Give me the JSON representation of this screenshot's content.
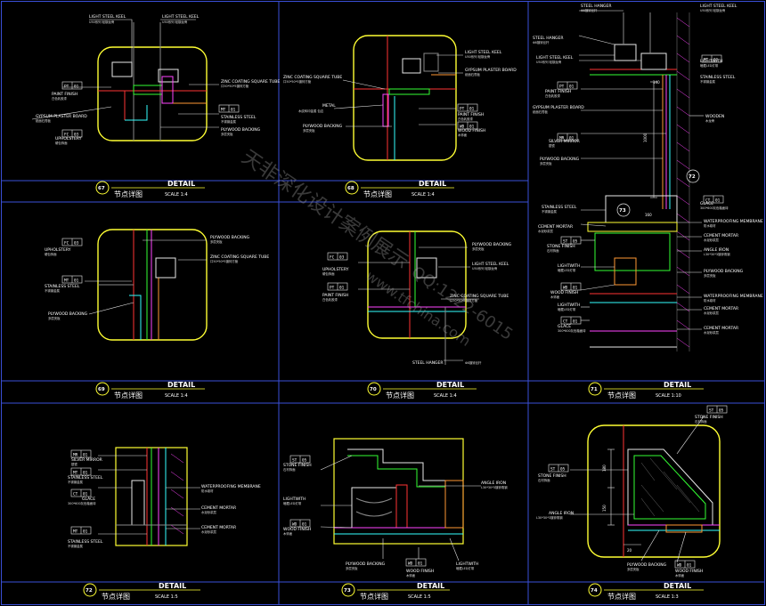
{
  "colors": {
    "frame": "#3a4fd8",
    "panel": "#ffff33",
    "leader": "#e8e8e8",
    "green": "#33ff33",
    "red": "#ff3333",
    "cyan": "#33ffff",
    "magenta": "#ff44ff",
    "orange": "#ff9933"
  },
  "watermark": {
    "line1": "天非深化设计案例展示",
    "phone": "QQ:1222-6015",
    "site": "www.tfchina.com"
  },
  "details": [
    {
      "id": "d67",
      "number": "67",
      "title": "DETAIL",
      "title_cn": "节点详图",
      "scale": "SCALE 1:4",
      "labels": [
        {
          "text": "LIGHT STEEL KEEL",
          "sub": "U50系列 轻钢龙骨"
        },
        {
          "text": "LIGHT STEEL KEEL",
          "sub": "U50系列 轻钢龙骨"
        },
        {
          "text": "PAINT FINISH",
          "sub": "白色乳胶漆"
        },
        {
          "text": "GYPSUM PLASTER BOARD",
          "sub": "纸面石膏板"
        },
        {
          "text": "UPHOLSTERY",
          "sub": "硬包饰面"
        },
        {
          "text": "ZINC COATING SQUARE TUBE",
          "sub": "口50*50*5镀锌方管"
        },
        {
          "text": "STAINLESS STEEL",
          "sub": "不锈钢金属"
        },
        {
          "text": "PLYWOOD BACKING",
          "sub": "多层夹板"
        }
      ],
      "tags": [
        {
          "code": "PT",
          "num": "01"
        },
        {
          "code": "FC",
          "num": "03"
        },
        {
          "code": "MT",
          "num": "01"
        }
      ]
    },
    {
      "id": "d68",
      "number": "68",
      "title": "DETAIL",
      "title_cn": "节点详图",
      "scale": "SCALE 1:4",
      "labels": [
        {
          "text": "LIGHT STEEL KEEL",
          "sub": "U50系列 轻钢龙骨"
        },
        {
          "text": "GYPSUM PLASTER BOARD",
          "sub": "纸面石膏板"
        },
        {
          "text": "ZINC COATING SQUARE TUBE",
          "sub": "口50*50*5镀锌方管"
        },
        {
          "text": "METAL",
          "sub": "木纹转印金属 包边"
        },
        {
          "text": "PLYWOOD BACKING",
          "sub": "多层夹板"
        },
        {
          "text": "PAINT FINISH",
          "sub": "白色乳胶漆"
        },
        {
          "text": "WOOD FINISH",
          "sub": "木饰面"
        }
      ],
      "tags": [
        {
          "code": "PT",
          "num": "01"
        },
        {
          "code": "WD",
          "num": "01"
        }
      ]
    },
    {
      "id": "d69",
      "number": "69",
      "title": "DETAIL",
      "title_cn": "节点详图",
      "scale": "SCALE 1:4",
      "labels": [
        {
          "text": "PLYWOOD BACKING",
          "sub": "多层夹板"
        },
        {
          "text": "UPHOLSTERY",
          "sub": "硬包饰面"
        },
        {
          "text": "ZINC COATING SQUARE TUBE",
          "sub": "口50*50*5镀锌方管"
        },
        {
          "text": "STAINLESS STEEL",
          "sub": "不锈钢金属"
        },
        {
          "text": "PLYWOOD BACKING",
          "sub": "多层夹板"
        }
      ],
      "tags": [
        {
          "code": "FC",
          "num": "03"
        },
        {
          "code": "MT",
          "num": "01"
        }
      ]
    },
    {
      "id": "d70",
      "number": "70",
      "title": "DETAIL",
      "title_cn": "节点详图",
      "scale": "SCALE 1:4",
      "labels": [
        {
          "text": "PLYWOOD BACKING",
          "sub": "多层夹板"
        },
        {
          "text": "LIGHT STEEL KEEL",
          "sub": "U50系列 轻钢龙骨"
        },
        {
          "text": "ZINC COATING SQUARE TUBE",
          "sub": "口50*50*5镀锌方管"
        },
        {
          "text": "STEEL HANGER",
          "sub": "Φ8镀锌丝杆"
        },
        {
          "text": "UPHOLSTERY",
          "sub": "硬包饰面"
        },
        {
          "text": "PAINT FINISH",
          "sub": "白色乳胶漆"
        }
      ],
      "tags": [
        {
          "code": "FC",
          "num": "03"
        },
        {
          "code": "PT",
          "num": "01"
        }
      ]
    },
    {
      "id": "d71",
      "number": "71",
      "title": "DETAIL",
      "title_cn": "节点详图",
      "scale": "SCALE 1:10",
      "labels": [
        {
          "text": "STEEL HANGER",
          "sub": "Φ8镀锌丝杆"
        },
        {
          "text": "LIGHT STEEL KEEL",
          "sub": "U50系列 轻钢龙骨"
        },
        {
          "text": "STEEL HANGER",
          "sub": "Φ8镀锌丝杆"
        },
        {
          "text": "LIGHT STEEL KEEL",
          "sub": "U50系列 轻钢龙骨"
        },
        {
          "text": "PAINT FINISH",
          "sub": "白色乳胶漆"
        },
        {
          "text": "GYPSUM PLASTER BOARD",
          "sub": "纸面石膏板"
        },
        {
          "text": "STAINLESS STEEL",
          "sub": "不锈钢金属"
        },
        {
          "text": "LIGHTWITH",
          "sub": "暗藏LED灯带"
        },
        {
          "text": "SILVER MIRROR",
          "sub": "银镜"
        },
        {
          "text": "WOODEN",
          "sub": "木龙骨"
        },
        {
          "text": "PLYWOOD BACKING",
          "sub": "多层夹板"
        },
        {
          "text": "STAINLESS STEEL",
          "sub": "不锈钢金属"
        },
        {
          "text": "GLACE",
          "sub": "300*600灰色釉面砖"
        },
        {
          "text": "CEMENT MORTAR",
          "sub": "水泥砂浆层"
        },
        {
          "text": "WATERPROOFING MEMBRANE",
          "sub": "防水卷材"
        },
        {
          "text": "CEMENT MORTAR",
          "sub": "水泥砂浆层"
        },
        {
          "text": "STONE FINISH",
          "sub": "石材饰面"
        },
        {
          "text": "ANGLE IRON",
          "sub": "L30*30*3镀锌角钢"
        },
        {
          "text": "LIGHTWITH",
          "sub": "暗藏LED灯带"
        },
        {
          "text": "PLYWOOD BACKING",
          "sub": "多层夹板"
        },
        {
          "text": "WOOD FINISH",
          "sub": "木饰面"
        },
        {
          "text": "WATERPROOFING MEMBRANE",
          "sub": "防水卷材"
        },
        {
          "text": "CEMENT MORTAR",
          "sub": "水泥砂浆层"
        },
        {
          "text": "LIGHTWITH",
          "sub": "暗藏LED灯带"
        },
        {
          "text": "GLACE",
          "sub": "300*600灰色釉面砖"
        },
        {
          "text": "CEMENT MORTAR",
          "sub": "水泥砂浆层"
        }
      ],
      "tags": [
        {
          "code": "PT",
          "num": "01"
        },
        {
          "code": "MT",
          "num": "01"
        },
        {
          "code": "MR",
          "num": "01"
        },
        {
          "code": "CT",
          "num": "01"
        },
        {
          "code": "ST",
          "num": "05"
        },
        {
          "code": "WD",
          "num": "01"
        },
        {
          "code": "CT",
          "num": "01"
        }
      ],
      "dims": [
        "1000",
        "140",
        "160"
      ],
      "callouts": [
        "72",
        "73"
      ]
    },
    {
      "id": "d72",
      "number": "72",
      "title": "DETAIL",
      "title_cn": "节点详图",
      "scale": "SCALE 1:5",
      "labels": [
        {
          "text": "SILVER MIRROR",
          "sub": "银镜"
        },
        {
          "text": "STAINLESS STEEL",
          "sub": "不锈钢金属"
        },
        {
          "text": "GLACE",
          "sub": "300*600灰色釉面砖"
        },
        {
          "text": "WATERPROOFING MEMBRANE",
          "sub": "防水卷材"
        },
        {
          "text": "CEMENT MORTAR",
          "sub": "水泥砂浆层"
        },
        {
          "text": "CEMENT MORTAR",
          "sub": "水泥砂浆层"
        },
        {
          "text": "STAINLESS STEEL",
          "sub": "不锈钢金属"
        }
      ],
      "tags": [
        {
          "code": "MR",
          "num": "01"
        },
        {
          "code": "MT",
          "num": "01"
        },
        {
          "code": "CT",
          "num": "01"
        },
        {
          "code": "MT",
          "num": "01"
        }
      ]
    },
    {
      "id": "d73",
      "number": "73",
      "title": "DETAIL",
      "title_cn": "节点详图",
      "scale": "SCALE 1:5",
      "labels": [
        {
          "text": "STONE FINISH",
          "sub": "石材饰面"
        },
        {
          "text": "LIGHTWITH",
          "sub": "暗藏LED灯带"
        },
        {
          "text": "WOOD FINISH",
          "sub": "木饰面"
        },
        {
          "text": "ANGLE IRON",
          "sub": "L30*30*3镀锌角钢"
        },
        {
          "text": "PLYWOOD BACKING",
          "sub": "多层夹板"
        },
        {
          "text": "WOOD FINISH",
          "sub": "木饰面"
        },
        {
          "text": "LIGHTWITH",
          "sub": "暗藏LED灯带"
        }
      ],
      "tags": [
        {
          "code": "ST",
          "num": "05"
        },
        {
          "code": "WD",
          "num": "01"
        },
        {
          "code": "WD",
          "num": "01"
        }
      ]
    },
    {
      "id": "d74",
      "number": "74",
      "title": "DETAIL",
      "title_cn": "节点详图",
      "scale": "SCALE 1:3",
      "labels": [
        {
          "text": "STONE FINISH",
          "sub": "石材饰面"
        },
        {
          "text": "STONE FINISH",
          "sub": "石材饰面"
        },
        {
          "text": "ANGLE IRON",
          "sub": "L30*30*3镀锌角钢"
        },
        {
          "text": "PLYWOOD BACKING",
          "sub": "多层夹板"
        },
        {
          "text": "WOOD FINISH",
          "sub": "木饰面"
        }
      ],
      "tags": [
        {
          "code": "ST",
          "num": "05"
        },
        {
          "code": "ST",
          "num": "05"
        },
        {
          "code": "WD",
          "num": "01"
        }
      ],
      "dims": [
        "180",
        "150",
        "20"
      ]
    }
  ]
}
